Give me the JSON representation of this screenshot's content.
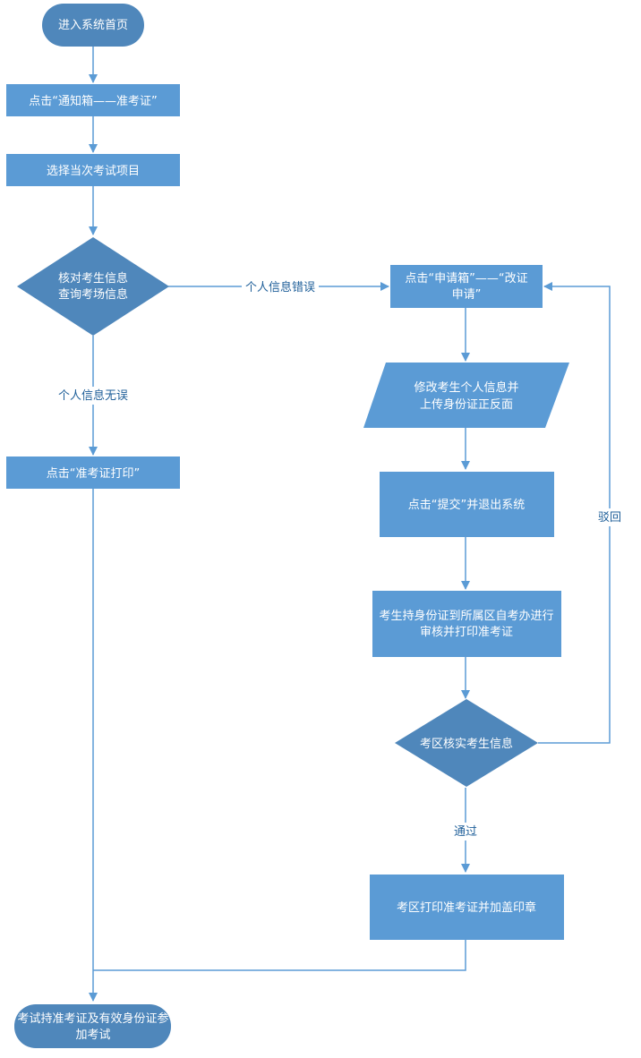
{
  "nodes": {
    "start": "进入系统首页",
    "notice": "点击“通知箱——准考证”",
    "select": "选择当次考试项目",
    "check_line1": "核对考生信息",
    "check_line2": "查询考场信息",
    "print": "点击“准考证打印”",
    "apply_line1": "点击“申请箱”——“改证",
    "apply_line2": "申请”",
    "modify_line1": "修改考生个人信息并",
    "modify_line2": "上传身份证正反面",
    "submit": "点击“提交”并退出系统",
    "visit_line1": "考生持身份证到所属区自考办进行",
    "visit_line2": "审核并打印准考证",
    "verify": "考区核实考生信息",
    "stamp": "考区打印准考证并加盖印章",
    "end_line1": "考试持准考证及有效身份证参",
    "end_line2": "加考试"
  },
  "edges": {
    "error": "个人信息错误",
    "ok": "个人信息无误",
    "reject": "驳回",
    "pass": "通过"
  },
  "colors": {
    "node_fill": "#5b9bd5",
    "node_dark": "#4f87bb",
    "connector": "#5b9bd5",
    "label_text": "#1f5f99"
  }
}
